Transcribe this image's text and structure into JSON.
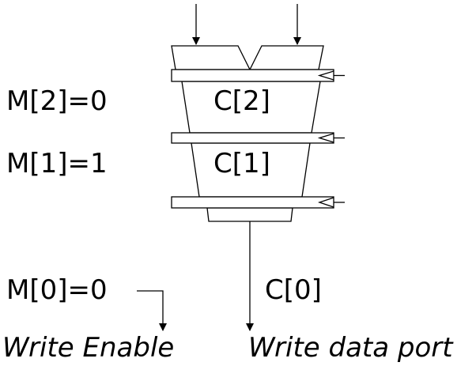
{
  "labels": {
    "m2": "M[2]=0",
    "m1": "M[1]=1",
    "m0": "M[0]=0",
    "c2": "C[2]",
    "c1": "C[1]",
    "c0": "C[0]",
    "write_enable": "Write Enable",
    "write_data_port": "Write data port"
  }
}
